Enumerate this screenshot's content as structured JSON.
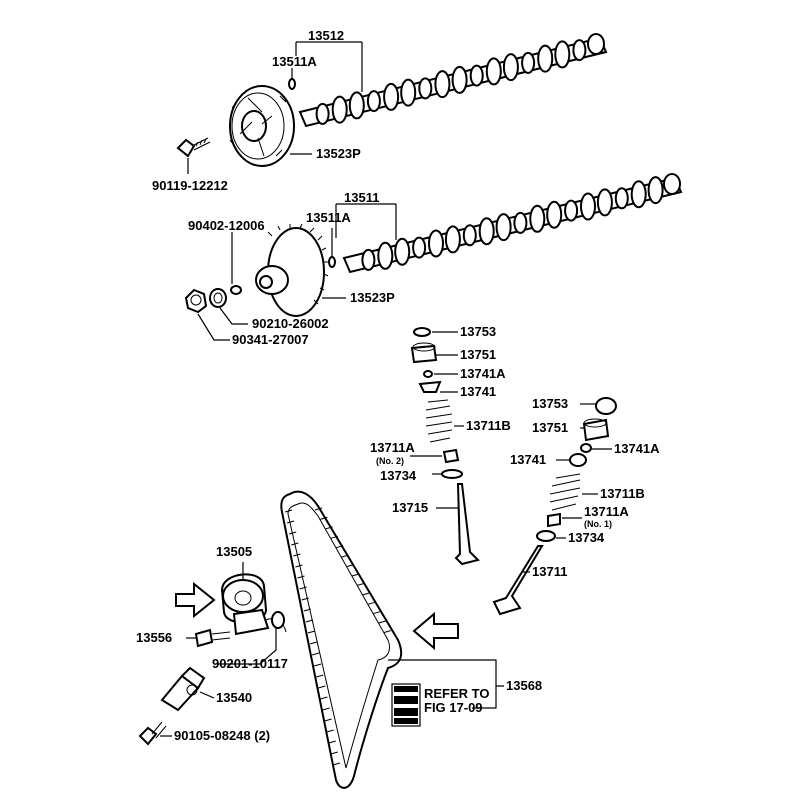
{
  "labels": {
    "p13512": "13512",
    "p13511A_top": "13511A",
    "p13523P_top": "13523P",
    "p90119": "90119-12212",
    "p13511": "13511",
    "p90402": "90402-12006",
    "p13511A_mid": "13511A",
    "p13523P_mid": "13523P",
    "p90210": "90210-26002",
    "p90341": "90341-27007",
    "p13753_a": "13753",
    "p13751_a": "13751",
    "p13741A_a": "13741A",
    "p13741_a": "13741",
    "p13711B_a": "13711B",
    "p13711A_a": "13711A",
    "p13711A_a_note": "(No. 2)",
    "p13734_a": "13734",
    "p13715": "13715",
    "p13753_b": "13753",
    "p13751_b": "13751",
    "p13741A_b": "13741A",
    "p13741_b": "13741",
    "p13711B_b": "13711B",
    "p13711A_b": "13711A",
    "p13711A_b_note": "(No. 1)",
    "p13734_b": "13734",
    "p13711": "13711",
    "p13505": "13505",
    "p13556": "13556",
    "p90201": "90201-10117",
    "p13540": "13540",
    "p90105": "90105-08248 (2)",
    "p13568": "13568",
    "refer_line1": "REFER TO",
    "refer_line2": "FIG 17-09"
  }
}
